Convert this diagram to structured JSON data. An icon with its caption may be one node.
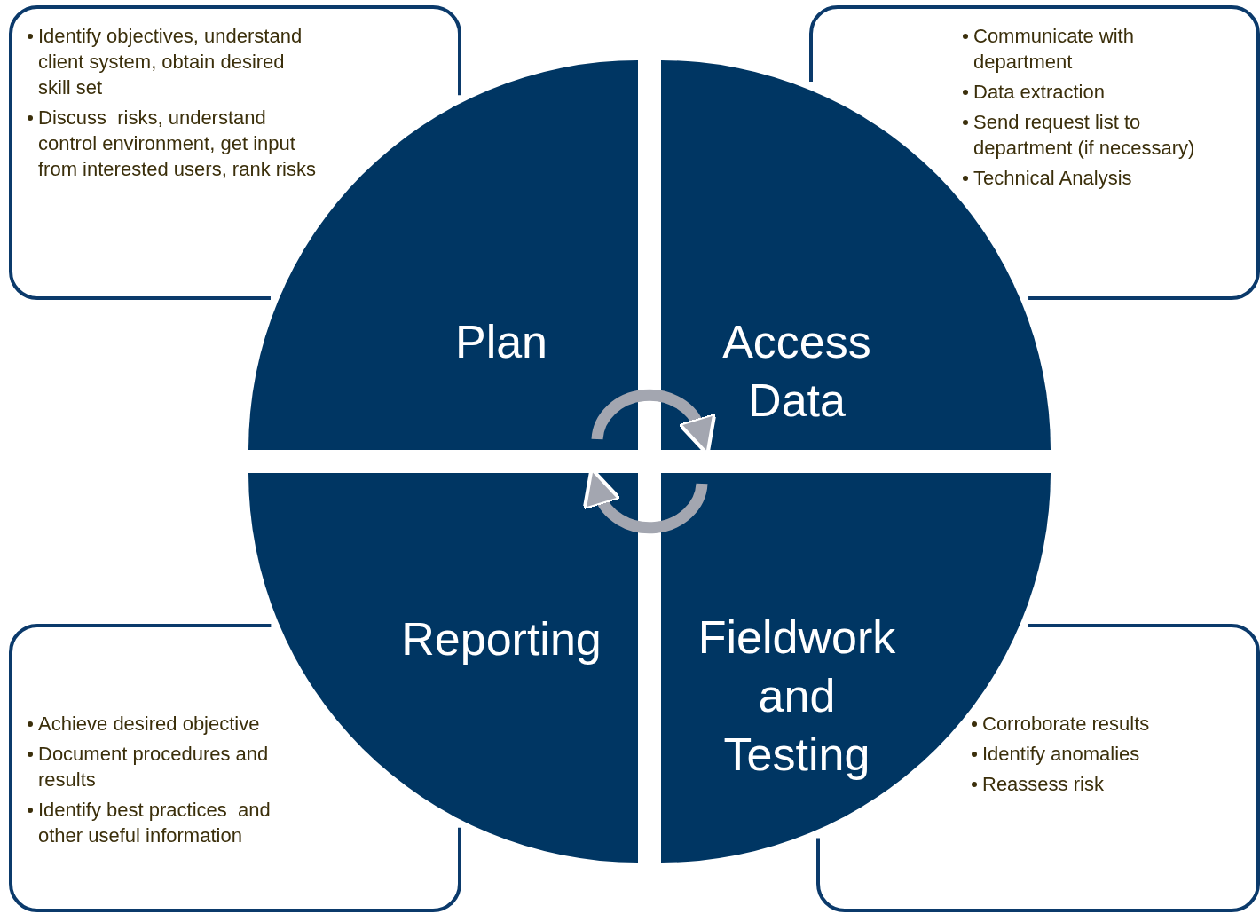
{
  "diagram": {
    "nodes": [
      {
        "text": [
          "Identify objectives, understand client system, obtain desired skill set",
          "Discuss  risks, understand control environment, get input from interested users, rank risks"
        ]
      },
      {
        "text": [
          "Communicate with department",
          "Data extraction",
          "Send request list to department (if necessary)",
          "Technical Analysis"
        ]
      },
      {
        "text": [
          "Plan"
        ]
      },
      {
        "text": [
          "Access Data"
        ]
      },
      {
        "text": [
          "Reporting"
        ]
      },
      {
        "text": [
          "Fieldwork and Testing"
        ]
      },
      {
        "text": [
          "Achieve desired objective",
          "Document procedures and results",
          "Identify best practices  and other useful information"
        ]
      },
      {
        "text": [
          "Corroborate results",
          "Identify anomalies",
          "Reassess risk"
        ]
      }
    ],
    "edges": [
      {
        "from": 2,
        "to": 3,
        "arrow": "to"
      },
      {
        "from": 5,
        "to": 4,
        "arrow": "to"
      }
    ]
  }
}
